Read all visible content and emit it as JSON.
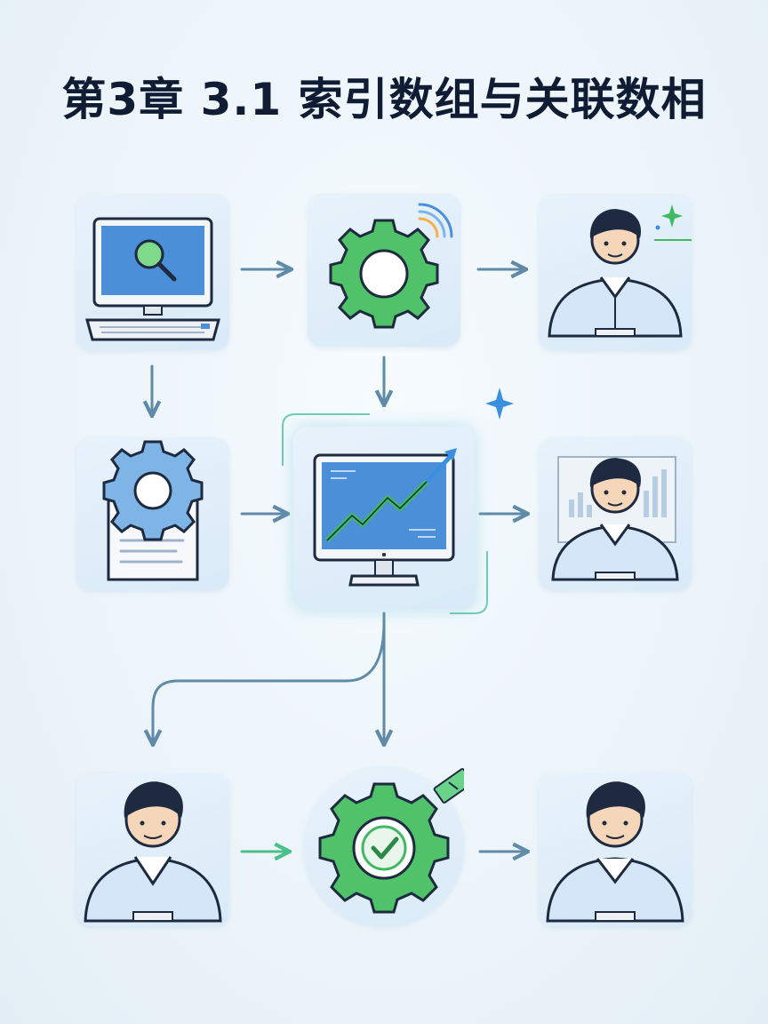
{
  "title": "第3章 3.1 索引数组与关联数相",
  "nodes": [
    {
      "id": "computer-search",
      "icon": "computer-search-icon"
    },
    {
      "id": "gear-signal",
      "icon": "gear-signal-icon"
    },
    {
      "id": "person-sparkle",
      "icon": "person-icon"
    },
    {
      "id": "gear-document",
      "icon": "gear-document-icon"
    },
    {
      "id": "monitor-chart",
      "icon": "monitor-growth-chart-icon"
    },
    {
      "id": "person-chart",
      "icon": "person-presenter-icon"
    },
    {
      "id": "person-left",
      "icon": "person-icon"
    },
    {
      "id": "gear-check",
      "icon": "gear-checkmark-icon"
    },
    {
      "id": "person-right",
      "icon": "person-icon"
    }
  ],
  "colors": {
    "title": "#0f1c33",
    "card_bg": "#dcebf8",
    "arrow": "#5f8aa8",
    "accent_green": "#3fba62",
    "accent_blue": "#3a8fe0"
  }
}
